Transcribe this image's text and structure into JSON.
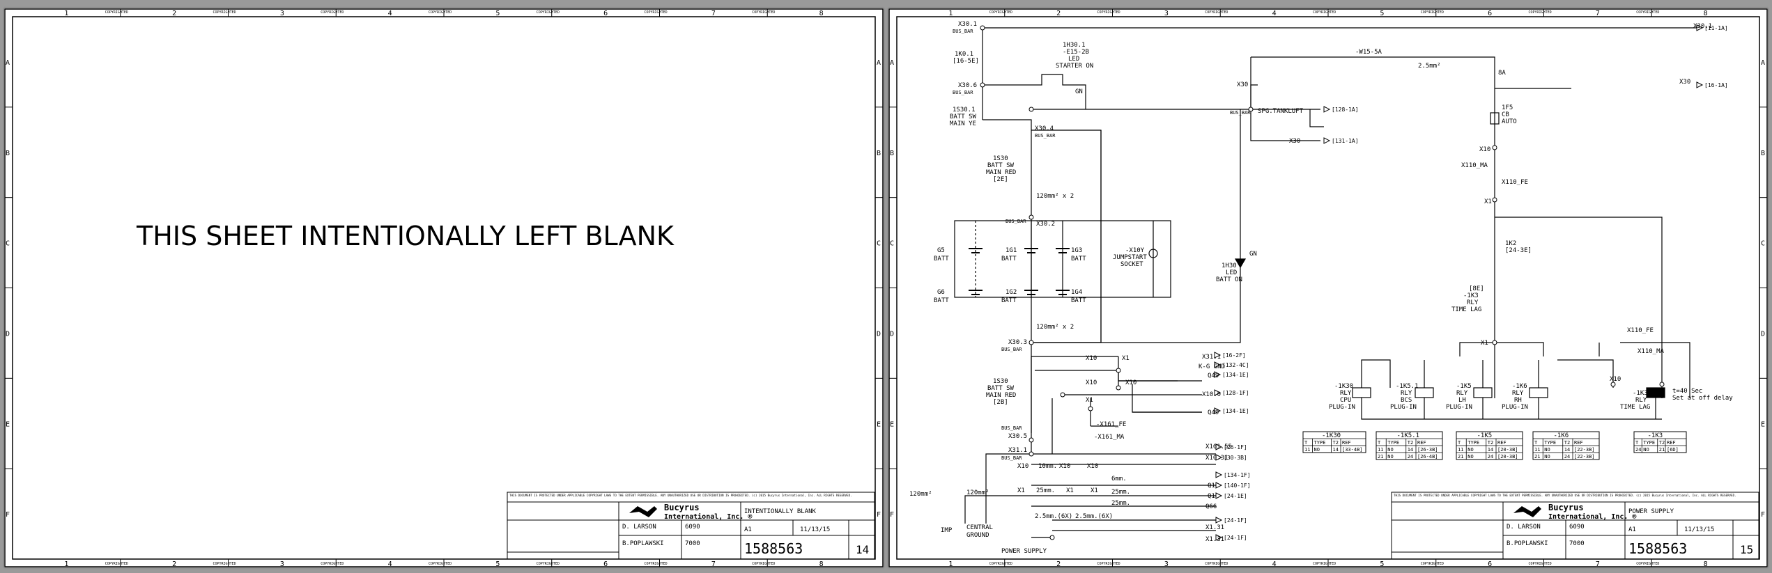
{
  "border": {
    "cols": [
      "1",
      "2",
      "3",
      "4",
      "5",
      "6",
      "7",
      "8"
    ],
    "rows": [
      "A",
      "B",
      "C",
      "D",
      "E",
      "F"
    ],
    "copyright_mark": "COPYRIGHTED"
  },
  "sheet14": {
    "message": "THIS SHEET INTENTIONALLY LEFT BLANK",
    "title_block": {
      "notice": "THIS DOCUMENT IS PROTECTED UNDER APPLICABLE COPYRIGHT LAWS TO THE EXTENT PERMISSIBLE. ANY UNAUTHORIZED USE OR DISTRIBUTION IS PROHIBITED. (c) 2015 Bucyrus International, Inc. ALL RIGHTS RESERVED.",
      "company": "Bucyrus International, Inc. ®",
      "designer": "D. LARSON",
      "checker": "B.POPLAWSKI",
      "model": "6090",
      "series": "7000",
      "size": "A1",
      "date": "11/13/15",
      "description": "INTENTIONALLY BLANK",
      "drawing_number": "1588563",
      "sheet": "14"
    }
  },
  "sheet15": {
    "title_block": {
      "notice": "THIS DOCUMENT IS PROTECTED UNDER APPLICABLE COPYRIGHT LAWS TO THE EXTENT PERMISSIBLE. ANY UNAUTHORIZED USE OR DISTRIBUTION IS PROHIBITED. (c) 2015 Bucyrus International, Inc. ALL RIGHTS RESERVED.",
      "company": "Bucyrus International, Inc. ®",
      "designer": "D. LARSON",
      "checker": "B.POPLAWSKI",
      "model": "6090",
      "series": "7000",
      "size": "A1",
      "date": "11/13/15",
      "description": "POWER SUPPLY",
      "drawing_number": "1588563",
      "sheet": "15"
    },
    "labels": {
      "x301": "X30.1",
      "busbar": "BUS_BAR",
      "k01": "1K0.1",
      "k01_ref": "[16-5E]",
      "x306": "X30.6",
      "s301_a": "1S30.1",
      "s301_b": "BATT SW",
      "s301_c": "MAIN YE",
      "h301_a": "1H30.1",
      "h301_b": "-E15-2B",
      "h301_c": "LED",
      "h301_d": "STARTER ON",
      "gn": "GN",
      "x304": "X30.4",
      "s30_a": "1S30",
      "s30_b": "BATT SW",
      "s30_c": "MAIN RED",
      "s30_ref": "[2E]",
      "cable_120x2": "120mm² x 2",
      "x302": "X30.2",
      "g5_a": "G5",
      "g6_a": "G6",
      "batt": "BATT",
      "g1": "1G1",
      "g2": "1G2",
      "g3": "1G3",
      "g4": "1G4",
      "x10y_a": "-X10Y",
      "x10y_b": "JUMPSTART",
      "x10y_c": "SOCKET",
      "h30_a": "1H30",
      "h30_b": "LED",
      "h30_c": "BATT ON",
      "x303": "X30.3",
      "s30b_ref": "[2B]",
      "x305": "X30.5",
      "x311": "X31.1",
      "cable_120": "120mm²",
      "imp": "IMP",
      "central_a": "CENTRAL",
      "central_b": "GROUND",
      "power_supply": "POWER SUPPLY",
      "w15": "-W15-5A",
      "cable_25": "2.5mm²",
      "x30": "X30",
      "spg": "SPG.TANKLUFT",
      "ref_128_1a": "[128-1A]",
      "ref_131_1a": "[131-1A]",
      "ref_11_1a": "[11-1A]",
      "ref_16_1a": "[16-1A]",
      "f5_a": "8A",
      "f5_b": "1F5",
      "f5_c": "CB",
      "f5_d": "AUTO",
      "x10_3": "X10",
      "x110_ma": "X110_MA",
      "x110_fe": "X110_FE",
      "x1": "X1",
      "k2_a": "1K2",
      "k2_b": "[24-3E]",
      "k3_ref": "[8E]",
      "k3_a": "-1K3",
      "rly": "RLY",
      "time_lag": "TIME LAG",
      "k30_a": "-1K30",
      "cpu": "CPU",
      "plugin": "PLUG-IN",
      "k51_a": "-1K5.1",
      "bcs": "BCS",
      "k5_a": "-1K5",
      "lh": "LH",
      "k6_a": "-1K6",
      "rh": "RH",
      "t40_a": "t=40 Sec",
      "t40_b": "Set at off delay",
      "x1x2": "X10",
      "out_x311": "X31.1",
      "out_kgnd": "K-G GND",
      "out_q49": "Q49",
      "out_x100": "X10.0",
      "out_q49b": "Q49",
      "ref_16_2f": "[16-2F]",
      "ref_132_4c": "[132-4C]",
      "ref_134_1e": "[134-1E]",
      "ref_128_1f": "[128-1F]",
      "ref_134_1e_b": "[134-1E]",
      "x161_fe": "-X161_FE",
      "x161_ma": "-X161_MA",
      "x16155": "X161.55",
      "x1031": "X10.31",
      "ref_26_1f": "[26-1F]",
      "ref_30_3b": "[30-3B]",
      "ref_134_1f": "[134-1F]",
      "ref_140_1f": "[140-1F]",
      "ref_24_1e": "[24-1E]",
      "ref_24_1f": "[24-1F]",
      "ref_24_1f_b": "[24-1F]",
      "q1": "Q1",
      "q66": "Q66",
      "w10mm": "10mm.",
      "w6mm": "6mm.",
      "w25mm": "25mm.",
      "w25mm_b": "25mm.",
      "w25x3": "2.5mm.(6X)",
      "w25x3_b": "2.5mm.(6X)",
      "x131": "X1.31",
      "x131_b": "X1.31"
    },
    "contact_tables": [
      {
        "title": "-1K30",
        "rows": [
          [
            "11",
            "NO",
            "14",
            "[33-4B]"
          ]
        ]
      },
      {
        "title": "-1K5.1",
        "rows": [
          [
            "11",
            "NO",
            "14",
            "[26-3B]"
          ],
          [
            "21",
            "NO",
            "24",
            "[26-4B]"
          ]
        ]
      },
      {
        "title": "-1K5",
        "rows": [
          [
            "11",
            "NO",
            "14",
            "[20-3B]"
          ],
          [
            "21",
            "NO",
            "24",
            "[20-3B]"
          ]
        ]
      },
      {
        "title": "-1K6",
        "rows": [
          [
            "11",
            "NO",
            "14",
            "[22-3B]"
          ],
          [
            "21",
            "NO",
            "24",
            "[22-3B]"
          ]
        ]
      },
      {
        "title": "-1K3",
        "rows": [
          [
            "24",
            "NO",
            "21",
            "[6D]"
          ]
        ]
      }
    ],
    "table_header": [
      "T",
      "TYPE",
      "T2",
      "REF"
    ]
  }
}
